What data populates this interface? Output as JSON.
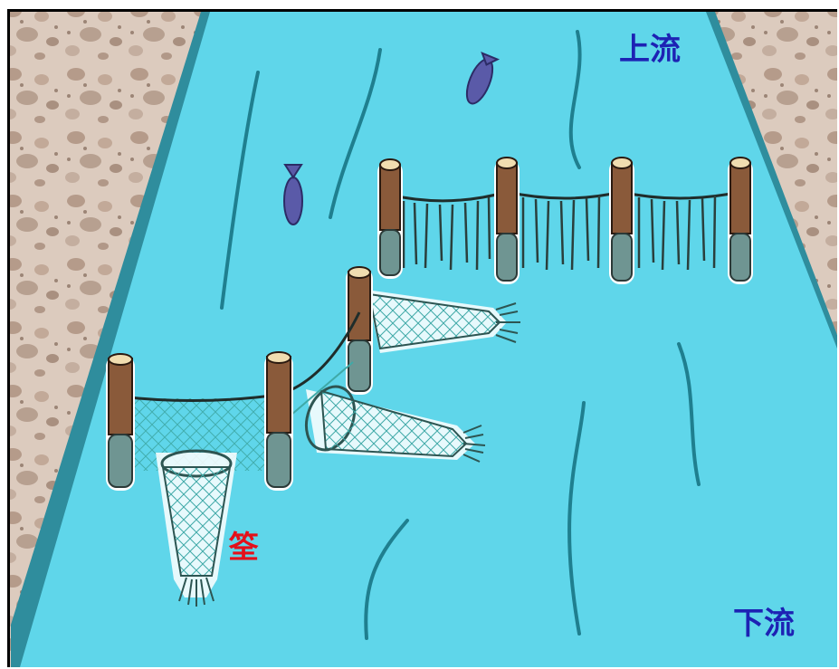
{
  "labels": {
    "upstream": "上流",
    "downstream": "下流",
    "trap": "筌"
  },
  "colors": {
    "upstream": "#1d22b4",
    "downstream": "#1d22b4",
    "trap": "#e4101a",
    "water": "#5fd6ea",
    "bank": "#d9c7ba",
    "stone": "#b9a293",
    "post": "#8a5a3a",
    "net": "#3f6a66",
    "fish": "#5a5aa8"
  },
  "icons": [
    "fish-icon",
    "wooden-post-icon",
    "fish-trap-net-icon",
    "weir-fence-icon"
  ]
}
